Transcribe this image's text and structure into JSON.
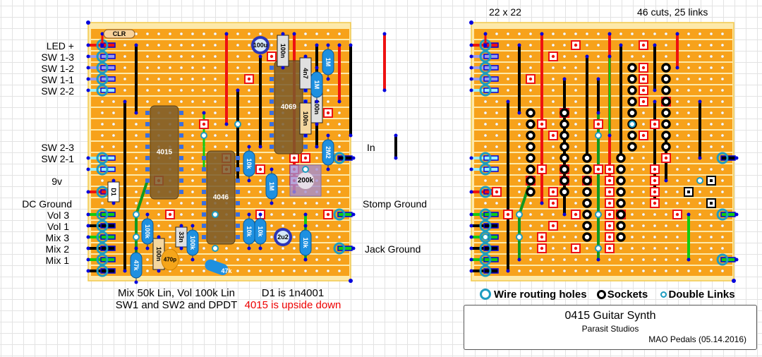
{
  "layout_title": "0415 Guitar Synth",
  "author": "Parasit Studios",
  "credit": "MAO Pedals   (05.14.2016)",
  "board_size": "22 x 22",
  "cut_link_count": "46 cuts, 25 links",
  "left_labels": [
    "LED +",
    "SW 1-3",
    "SW 1-2",
    "SW 1-1",
    "SW 2-2",
    "SW 2-3",
    "SW 2-1",
    "9v",
    "DC Ground",
    "Vol 3",
    "Vol 1",
    "Mix 3",
    "Mix 2",
    "Mix 1"
  ],
  "right_labels": [
    "In",
    "Stomp Ground",
    "Jack Ground"
  ],
  "notes": {
    "pots": "Mix 50k Lin, Vol 100k Lin",
    "switches": "SW1 and SW2 and DPDT",
    "diode": "D1 is 1n4001",
    "warning": "4015 is upside down"
  },
  "legend": {
    "wire_holes": "Wire routing holes",
    "sockets": "Sockets",
    "double_links": "Double Links"
  },
  "components": {
    "ic1": "4015",
    "ic2": "4046",
    "ic3": "4069",
    "led_resistor": "CLR",
    "diode": "D1",
    "cap_100u": "100u",
    "cap_2u2": "2u2",
    "cap_100n_a": "100n",
    "cap_4n7": "4n7",
    "cap_100n_b": "100n",
    "cap_100n_c": "100n",
    "cap_100n_d": "100n",
    "cap_33n": "33n",
    "cap_470p": "470p",
    "res_1M_a": "1M",
    "res_1M_b": "1M",
    "res_1M_c": "1M",
    "res_2M2": "2M2",
    "res_10k_a": "10k",
    "res_10k_b": "10k",
    "res_10k_c": "10k",
    "res_10k_d": "10k",
    "res_100k_a": "100k",
    "res_100k_b": "100k",
    "res_47k_a": "47k",
    "res_47k_b": "47k",
    "trimmer": "200k"
  },
  "colors": {
    "strip": "#f7a21b",
    "board": "#fde9a9",
    "cut": "#ee1111",
    "link": "#000000",
    "power": "#ee1111",
    "ground": "#119922",
    "ic_body": "#7a5a2a",
    "resistor": "#1e90e0",
    "wire_ring": "#1e9cc0"
  }
}
